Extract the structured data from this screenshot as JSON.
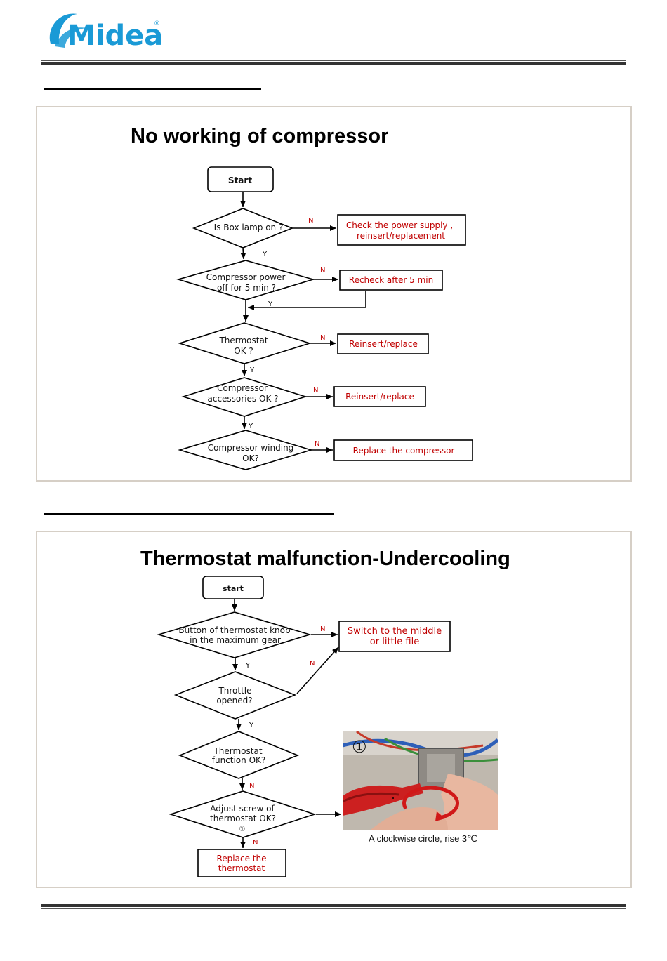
{
  "header": {
    "logo_text": "Midea",
    "logo_mark": "®"
  },
  "colors": {
    "brand_blue": "#1a9ad6",
    "alert_red": "#c00000",
    "rule": "#444444",
    "frame": "#d6cfc6"
  },
  "chart1": {
    "title": "No working of compressor",
    "start": "Start",
    "d1": "Is Box lamp on ?",
    "a1": [
      "Check the power supply ,",
      "reinsert/replacement"
    ],
    "d2": [
      "Compressor power",
      "off for 5 min ?"
    ],
    "a2": "Recheck after 5 min",
    "d3": [
      "Thermostat",
      "OK ?"
    ],
    "a3": "Reinsert/replace",
    "d4": [
      "Compressor",
      "accessories OK ?"
    ],
    "a4": "Reinsert/replace",
    "d5": [
      "Compressor winding",
      "OK?"
    ],
    "a5": "Replace the compressor",
    "yes": "Y",
    "no": "N"
  },
  "chart2": {
    "title": "Thermostat malfunction-Undercooling",
    "start": "start",
    "d1": [
      "Button of thermostat knob",
      "in the maximum gear"
    ],
    "a1": [
      "Switch to the middle",
      "or little file"
    ],
    "d2": [
      "Throttle",
      "opened?"
    ],
    "d3": [
      "Thermostat",
      "function OK?"
    ],
    "d4": [
      "Adjust screw of",
      "thermostat OK?"
    ],
    "d4_marker": "①",
    "a4": [
      "Replace the",
      "thermostat"
    ],
    "photo_marker": "①",
    "photo_caption": "A clockwise circle, rise 3℃",
    "yes": "Y",
    "no": "N"
  }
}
